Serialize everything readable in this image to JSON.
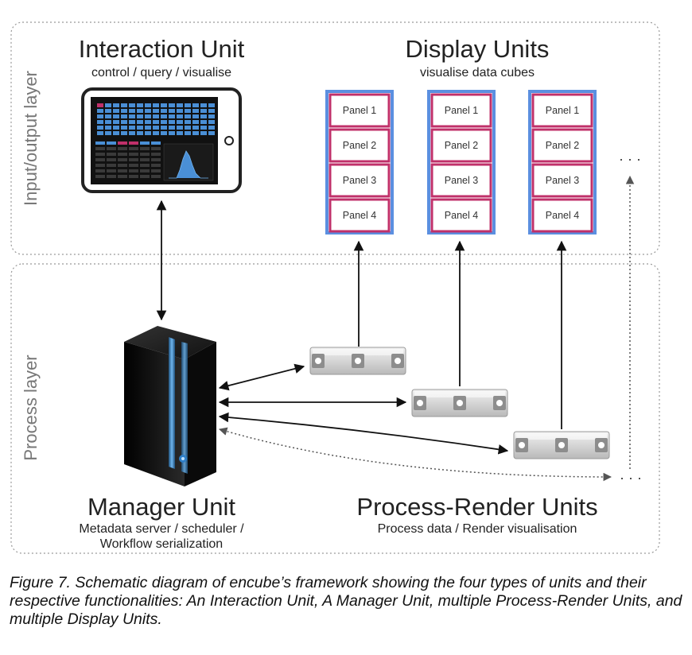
{
  "layers": {
    "io": "Input/output layer",
    "process": "Process layer"
  },
  "interaction_unit": {
    "title": "Interaction Unit",
    "subtitle": "control / query / visualise"
  },
  "display_units": {
    "title": "Display Units",
    "subtitle": "visualise data cubes",
    "panels": [
      "Panel 1",
      "Panel 2",
      "Panel 3",
      "Panel 4"
    ],
    "more": "· · ·"
  },
  "manager_unit": {
    "title": "Manager Unit",
    "subtitle_line1": "Metadata server / scheduler /",
    "subtitle_line2": "Workflow serialization"
  },
  "process_render_units": {
    "title": "Process-Render Units",
    "subtitle": "Process data / Render visualisation",
    "more": "· · ·"
  },
  "caption": "Figure 7. Schematic diagram of encube’s framework showing the four types of units and their respective functionalities: An Interaction Unit, A Manager Unit, multiple Process-Render Units, and multiple Display Units.",
  "colors": {
    "panel_border": "#c0306a",
    "display_frame": "#5b8fe0",
    "layer_border": "#999999",
    "tablet_frame": "#222222",
    "tablet_cell": "#4a8fd6"
  }
}
